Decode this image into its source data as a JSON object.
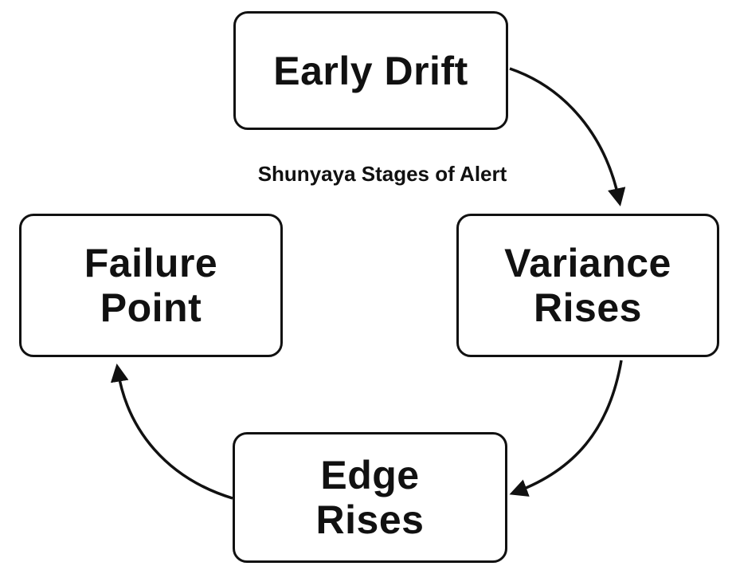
{
  "diagram": {
    "title": "Shunyaya Stages of Alert",
    "stages": [
      {
        "id": "early-drift",
        "label": "Early Drift"
      },
      {
        "id": "variance-rises",
        "label": "Variance\nRises"
      },
      {
        "id": "edge-rises",
        "label": "Edge\nRises"
      },
      {
        "id": "failure-point",
        "label": "Failure\nPoint"
      }
    ],
    "colors": {
      "stroke": "#111111",
      "background": "#ffffff"
    }
  }
}
